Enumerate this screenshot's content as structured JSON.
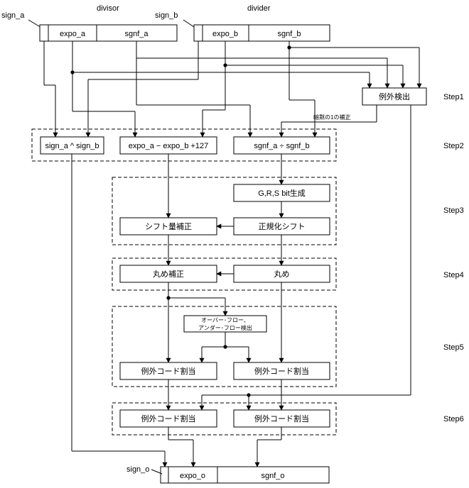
{
  "labels": {
    "divisor": "divisor",
    "divider": "divider",
    "sign_a": "sign_a",
    "sign_b": "sign_b",
    "sign_o": "sign_o",
    "implicit_one": "暗黙の1の補正"
  },
  "registers": {
    "a": {
      "expo": "expo_a",
      "sgnf": "sgnf_a"
    },
    "b": {
      "expo": "expo_b",
      "sgnf": "sgnf_b"
    },
    "o": {
      "expo": "expo_o",
      "sgnf": "sgnf_o"
    }
  },
  "blocks": {
    "exception_detect": "例外検出",
    "sign_xor": "sign_a ^ sign_b",
    "expo_sub": "expo_a − expo_b +127",
    "sgnf_div": "sgnf_a ÷ sgnf_b",
    "grs_gen": "G,R,S bit生成",
    "shift_adjust": "シフト量補正",
    "normalize_shift": "正規化シフト",
    "round_adjust": "丸め補正",
    "round": "丸め",
    "overflow_detect_line1": "オーバー･フロー、",
    "overflow_detect_line2": "アンダー･フロー検出",
    "exc_code_5a": "例外コード割当",
    "exc_code_5b": "例外コード割当",
    "exc_code_6a": "例外コード割当",
    "exc_code_6b": "例外コード割当"
  },
  "steps": [
    "Step1",
    "Step2",
    "Step3",
    "Step4",
    "Step5",
    "Step6"
  ]
}
